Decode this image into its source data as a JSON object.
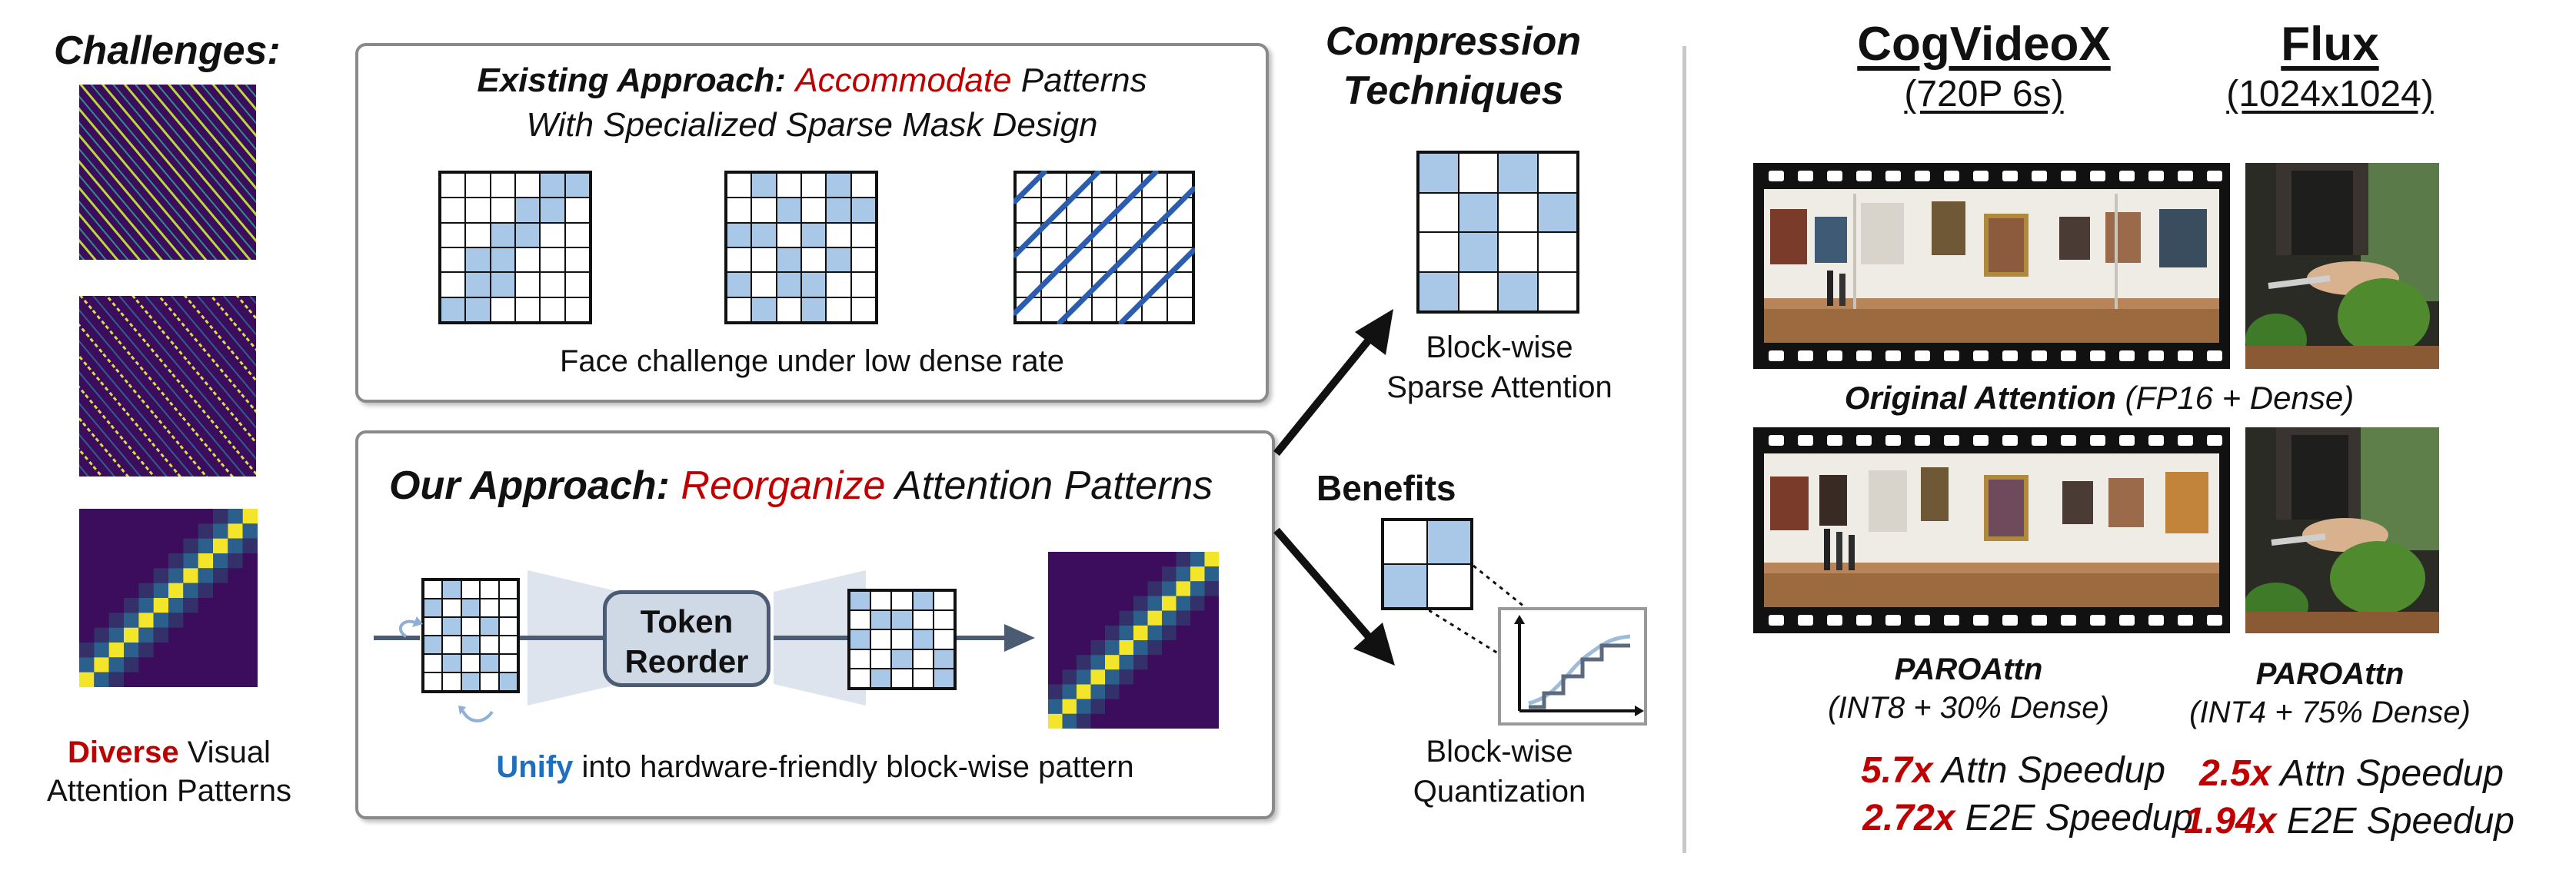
{
  "colors": {
    "accent_red": "#c00000",
    "accent_blue": "#1f6fbf",
    "cell_blue": "#a9c7e6",
    "panel_border": "#8a8a8a"
  },
  "challenges": {
    "title": "Challenges:",
    "caption_red": "Diverse",
    "caption_rest_1": " Visual",
    "caption_line2": "Attention Patterns"
  },
  "existing": {
    "title_bold": "Existing Approach:",
    "title_red": "Accommodate",
    "title_rest": " Patterns",
    "title_line2": "With Specialized Sparse Mask Design",
    "caption": "Face challenge under low dense rate"
  },
  "ours": {
    "title_bold": "Our Approach:",
    "title_red": "Reorganize",
    "title_rest": " Attention Patterns",
    "token_line1": "Token",
    "token_line2": "Reorder",
    "caption_blue": "Unify",
    "caption_rest": " into hardware-friendly block-wise pattern"
  },
  "compression": {
    "title_line1": "Compression",
    "title_line2": "Techniques",
    "sparse_line1": "Block-wise",
    "sparse_line2": "Sparse Attention",
    "benefits": "Benefits",
    "quant_line1": "Block-wise",
    "quant_line2": "Quantization"
  },
  "results": {
    "cog_title": "CogVideoX",
    "cog_sub": "(720P 6s)",
    "flux_title": "Flux",
    "flux_sub": "(1024x1024)",
    "original_bold": "Original Attention",
    "original_rest": " (FP16 + Dense)",
    "cog_method": "PAROAttn",
    "cog_config": "(INT8 + 30% Dense)",
    "flux_method": "PAROAttn",
    "flux_config": "(INT4 + 75% Dense)",
    "cog_attn_value": "5.7x",
    "cog_attn_label": " Attn Speedup",
    "cog_e2e_value": "2.72x",
    "cog_e2e_label": " E2E Speedup",
    "flux_attn_value": "2.5x",
    "flux_attn_label": " Attn Speedup",
    "flux_e2e_value": "1.94x",
    "flux_e2e_label": " E2E Speedup"
  }
}
